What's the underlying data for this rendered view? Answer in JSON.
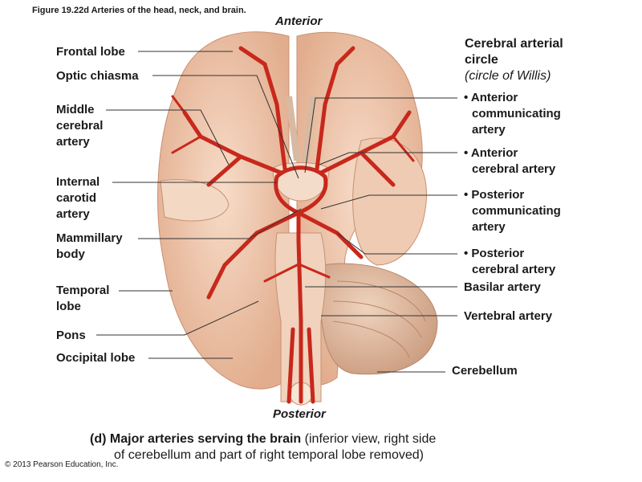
{
  "figure_title": "Figure 19.22d  Arteries of the head, neck, and brain.",
  "orientation": {
    "top": "Anterior",
    "bottom": "Posterior"
  },
  "left_labels": [
    [
      "Frontal lobe"
    ],
    [
      "Optic chiasma"
    ],
    [
      "Middle",
      "cerebral",
      "artery"
    ],
    [
      "Internal",
      "carotid",
      "artery"
    ],
    [
      "Mammillary",
      "body"
    ],
    [
      "Temporal",
      "lobe"
    ],
    [
      "Pons"
    ],
    [
      "Occipital lobe"
    ]
  ],
  "circle_heading": {
    "line1": "Cerebral arterial",
    "line2": "circle",
    "line3": "(circle of Willis)"
  },
  "right_labels": [
    [
      "• Anterior",
      "communicating",
      "artery"
    ],
    [
      "• Anterior",
      "cerebral artery"
    ],
    [
      "• Posterior",
      "communicating",
      "artery"
    ],
    [
      "• Posterior",
      "cerebral artery"
    ],
    [
      "Basilar artery"
    ],
    [
      "Vertebral artery"
    ],
    [
      "Cerebellum"
    ]
  ],
  "caption": {
    "letter": "(d)",
    "bold": "Major arteries serving the brain",
    "rest1": "(inferior view, right side",
    "rest2": "of cerebellum and part of right temporal lobe removed)"
  },
  "copyright": "© 2013 Pearson Education, Inc.",
  "colors": {
    "tissue": "#f2c9ae",
    "tissue_dark": "#d9a383",
    "artery": "#c8281c"
  }
}
